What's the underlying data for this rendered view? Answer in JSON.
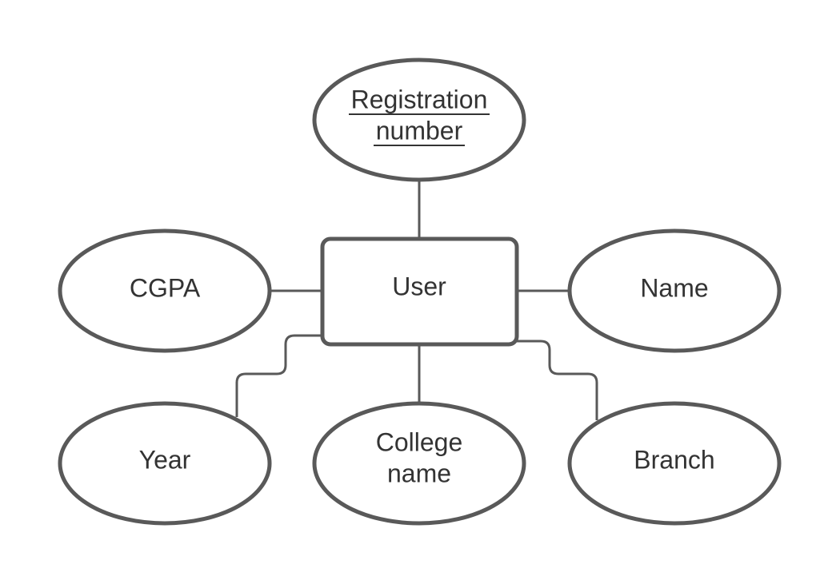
{
  "diagram": {
    "entity": {
      "label": "User"
    },
    "attributes": {
      "registration_number": {
        "line1": "Registration",
        "line2": "number",
        "is_key": true
      },
      "cgpa": {
        "label": "CGPA"
      },
      "name": {
        "label": "Name"
      },
      "year": {
        "label": "Year"
      },
      "college_name": {
        "line1": "College",
        "line2": "name"
      },
      "branch": {
        "label": "Branch"
      }
    },
    "colors": {
      "stroke": "#595959",
      "text": "#333333",
      "background": "#ffffff"
    }
  }
}
